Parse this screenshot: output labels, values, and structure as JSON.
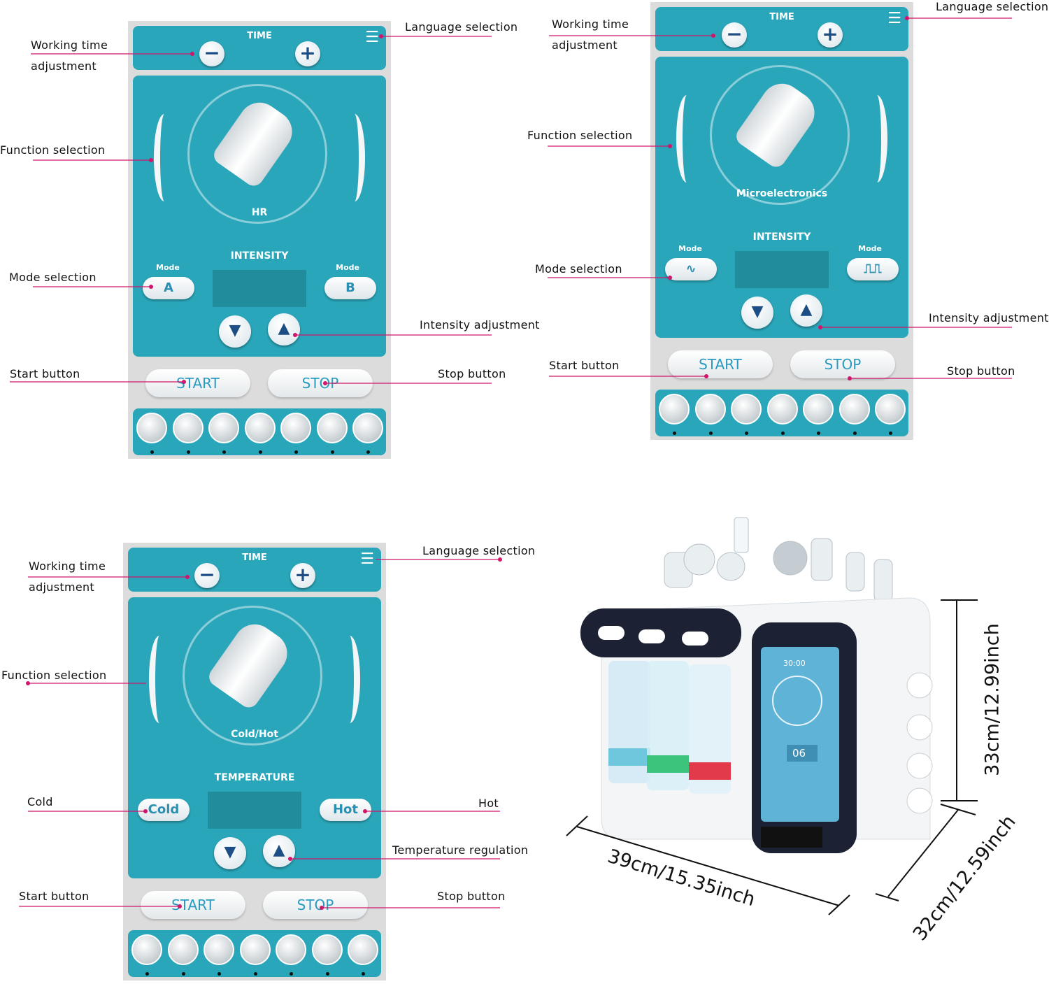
{
  "panels": [
    {
      "title": "TIME",
      "function_name": "HR",
      "section": "INTENSITY",
      "mode_left_label": "Mode",
      "mode_right_label": "Mode",
      "left_button": "A",
      "right_button": "B",
      "start": "START",
      "stop": "STOP"
    },
    {
      "title": "TIME",
      "function_name": "Microelectronics",
      "section": "INTENSITY",
      "mode_left_label": "Mode",
      "mode_right_label": "Mode",
      "left_button": "∿",
      "right_button": "⎍⎍",
      "start": "START",
      "stop": "STOP"
    },
    {
      "title": "TIME",
      "function_name": "Cold/Hot",
      "section": "TEMPERATURE",
      "mode_left_label": "",
      "mode_right_label": "",
      "left_button": "Cold",
      "right_button": "Hot",
      "start": "START",
      "stop": "STOP"
    }
  ],
  "annotations": {
    "working_time_1": "Working time",
    "working_time_2": "adjustment",
    "language": "Language selection",
    "function": "Function selection",
    "mode": "Mode selection",
    "intensity": "Intensity adjustment",
    "start": "Start button",
    "stop": "Stop button",
    "cold": "Cold",
    "hot": "Hot",
    "temperature": "Temperature regulation"
  },
  "device": {
    "screen_time": "30:00",
    "screen_value": "06",
    "width_dim": "39cm/15.35inch",
    "depth_dim": "32cm/12.59inch",
    "height_dim": "33cm/12.99inch"
  },
  "colors": {
    "panel_teal": "#2aa6ba",
    "annotation_line": "#d0166b"
  }
}
